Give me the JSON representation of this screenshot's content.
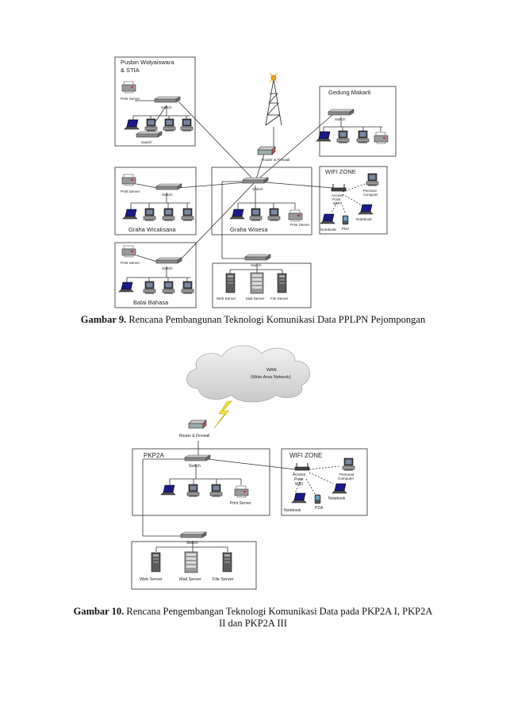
{
  "figure9": {
    "boxes": {
      "pusbin": "Pusbin Widyaiswara & STIA",
      "pusbin_line1": "Pusbin Widyaiswara",
      "pusbin_line2": "& STIA",
      "makarti": "Gedung Makarti",
      "wifi": "WIFI ZONE",
      "wicaksana": "Graha Wicaksana",
      "wisesa": "Graha Wisesa",
      "balai": "Balai Bahasa"
    },
    "labels": {
      "print_server": "Print Server",
      "switch": "Switch",
      "router": "Router & Firewall",
      "access_point_1": "Access",
      "access_point_2": "Point",
      "access_point_3": "WIFI",
      "personal_computer_1": "Personal",
      "personal_computer_2": "Computer",
      "notebook": "Notebook",
      "pda": "PDA",
      "web_server": "Web Server",
      "mail_server": "Mail Server",
      "file_server": "File Server"
    },
    "caption_label": "Gambar 9.",
    "caption_text": "Rencana Pembangunan Teknologi Komunikasi Data PPLPN Pejompongan"
  },
  "figure10": {
    "cloud_1": "WAN",
    "cloud_2": "(Wide Area Network)",
    "boxes": {
      "pkp2a": "PKP2A",
      "wifi": "WIFI ZONE"
    },
    "labels": {
      "router": "Router & Firewall",
      "switch": "Switch",
      "print_server": "Print Server",
      "access_point_1": "Access",
      "access_point_2": "Point",
      "access_point_3": "WIFI",
      "personal_computer_1": "Personal",
      "personal_computer_2": "Computer",
      "notebook": "Notebook",
      "pda": "PDA",
      "web_server": "Web Server",
      "mail_server": "Mail Server",
      "file_server": "File Server"
    },
    "caption_label": "Gambar 10.",
    "caption_line1": "Rencana Pengembangan Teknologi Komunikasi Data pada PKP2A I, PKP2A",
    "caption_line2": "II dan PKP2A III"
  }
}
